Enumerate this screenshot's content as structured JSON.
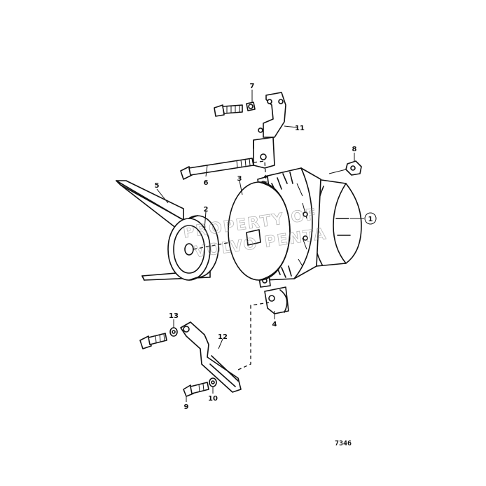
{
  "diagram": {
    "part_labels": {
      "alternator": "1",
      "pulley": "2",
      "fan": "3",
      "lower_bracket_lug": "4",
      "v_belt": "5",
      "long_bolt": "6",
      "upper_screw": "7",
      "nut": "8",
      "lower_bolt": "9",
      "lower_washer": "10",
      "upper_bracket": "11",
      "tension_bracket": "12",
      "screw_washer": "13"
    },
    "figure_number": "7346",
    "watermark": [
      "PROPERTY OF",
      "VOLVO PENTA"
    ]
  }
}
